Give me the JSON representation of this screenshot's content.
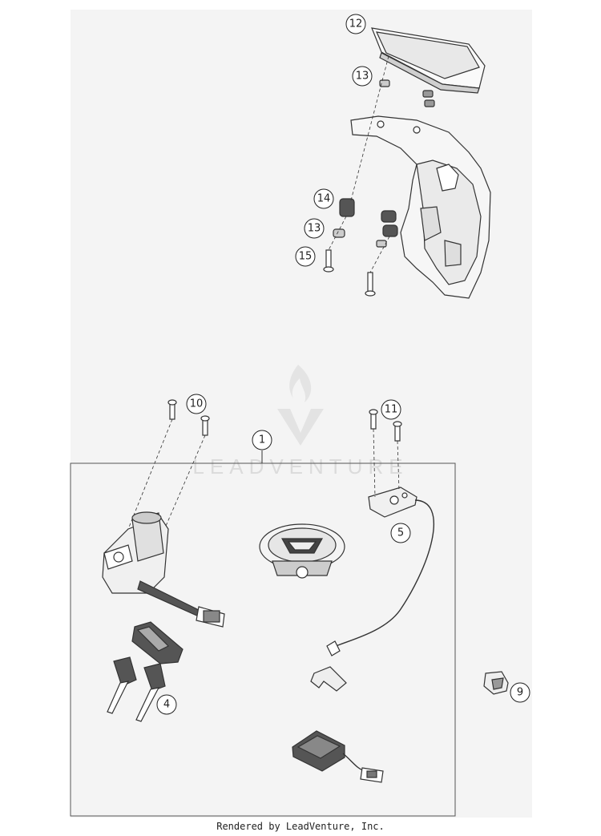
{
  "watermark": {
    "text": "LEADVENTURE"
  },
  "callouts": {
    "c1": "1",
    "c4": "4",
    "c5": "5",
    "c9": "9",
    "c10": "10",
    "c11": "11",
    "c12": "12",
    "c13a": "13",
    "c13b": "13",
    "c14": "14",
    "c15": "15"
  },
  "footer": {
    "text": "Rendered by LeadVenture, Inc."
  }
}
